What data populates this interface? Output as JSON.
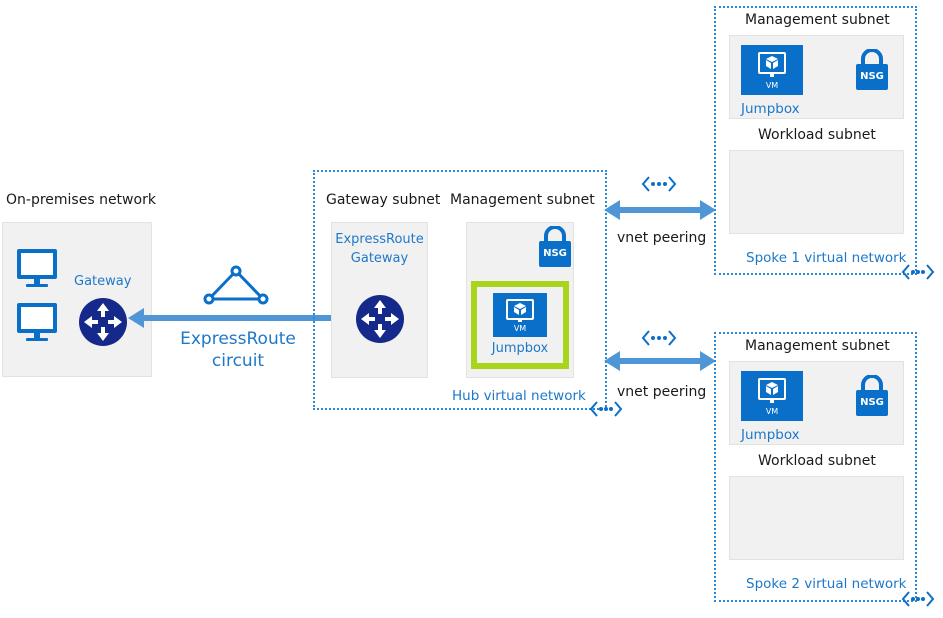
{
  "onprem": {
    "title": "On-premises network",
    "gateway_label": "Gateway"
  },
  "circuit": {
    "line1": "ExpressRoute",
    "line2": "circuit"
  },
  "hub": {
    "gateway_subnet": "Gateway subnet",
    "er_gateway_line1": "ExpressRoute",
    "er_gateway_line2": "Gateway",
    "management_subnet": "Management subnet",
    "nsg": "NSG",
    "vm": "VM",
    "jumpbox": "Jumpbox",
    "name": "Hub virtual network"
  },
  "peering": {
    "top": "vnet peering",
    "bottom": "vnet peering"
  },
  "spoke1": {
    "management_subnet": "Management subnet",
    "vm": "VM",
    "nsg": "NSG",
    "jumpbox": "Jumpbox",
    "workload_subnet": "Workload subnet",
    "name": "Spoke 1 virtual network"
  },
  "spoke2": {
    "management_subnet": "Management subnet",
    "vm": "VM",
    "nsg": "NSG",
    "jumpbox": "Jumpbox",
    "workload_subnet": "Workload subnet",
    "name": "Spoke 2 virtual network"
  },
  "colors": {
    "azure_blue": "#0a6fc9",
    "navy": "#14298a",
    "arrow": "#4f96d6",
    "highlight": "#a8d51b"
  }
}
